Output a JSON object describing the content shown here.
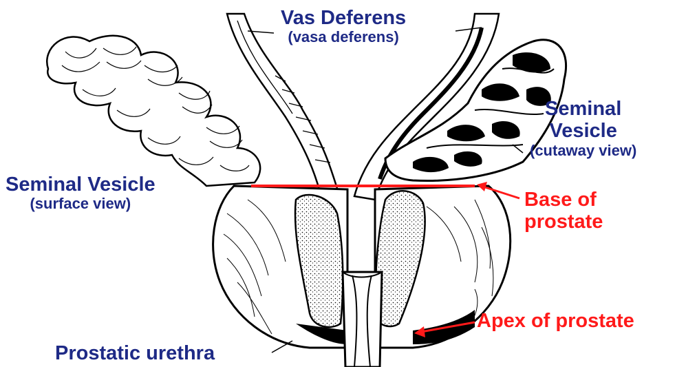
{
  "labels": {
    "vas_deferens": {
      "line1": "Vas Deferens",
      "line2": "(vasa deferens)"
    },
    "seminal_vesicle_cutaway": {
      "line1": "Seminal",
      "line2": "Vesicle",
      "line3": "(cutaway view)"
    },
    "seminal_vesicle_surface": {
      "line1": "Seminal Vesicle",
      "line2": "(surface view)"
    },
    "base_of_prostate": {
      "line1": "Base of",
      "line2": "prostate"
    },
    "apex_of_prostate": "Apex of prostate",
    "prostatic_urethra": "Prostatic urethra"
  },
  "colors": {
    "label_text": "#1e2a86",
    "highlight": "#ff1a1a",
    "ink": "#000000"
  }
}
